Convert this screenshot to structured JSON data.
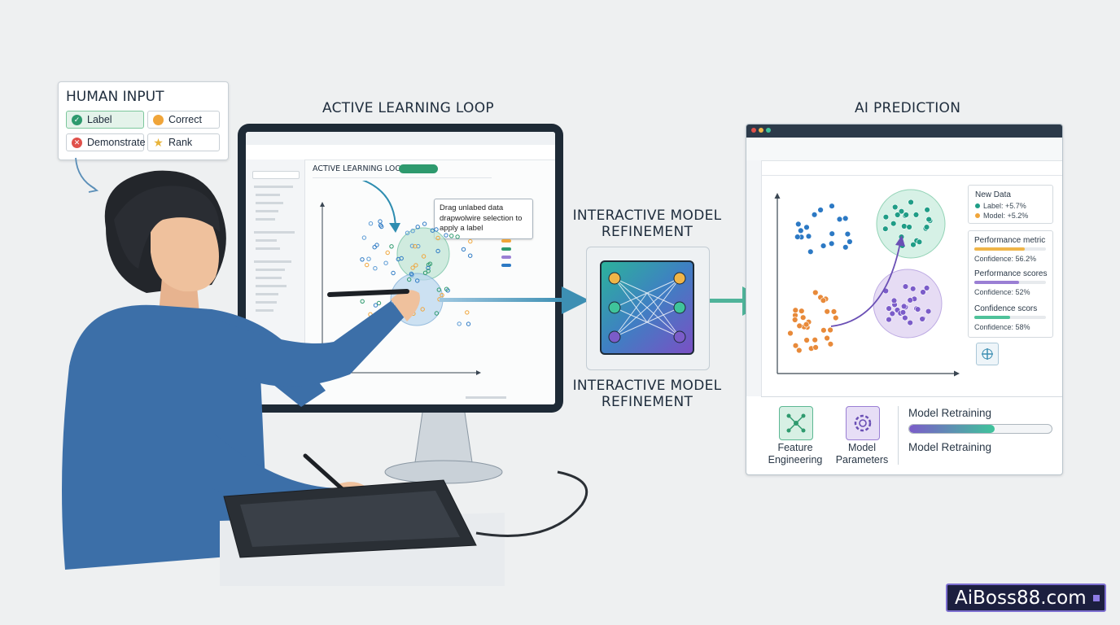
{
  "human_input": {
    "title": "HUMAN INPUT",
    "options": [
      {
        "label": "Label",
        "icon": "check-icon",
        "color": "#2e9a6e",
        "selected": true
      },
      {
        "label": "Correct",
        "icon": "circle-icon",
        "color": "#f0a53a",
        "selected": false
      },
      {
        "label": "Demonstrate",
        "icon": "cross-icon",
        "color": "#e0514b",
        "selected": false
      },
      {
        "label": "Rank",
        "icon": "star-icon",
        "color": "#e8b43a",
        "selected": false
      }
    ]
  },
  "active_loop": {
    "title": "ACTIVE LEARNING LOOP",
    "screen_heading": "ACTIVE LEARNING LOOP",
    "tooltip": "Drag unlabed data drapwolwire selection to apply a label"
  },
  "refinement": {
    "title_top": "INTERACTIVE MODEL REFINEMENT",
    "title_bottom": "INTERACTIVE MODEL REFINEMENT"
  },
  "ai_prediction": {
    "title": "AI PREDICTION",
    "new_data": {
      "title": "New Data",
      "rows": [
        {
          "label": "Label: +5.7%",
          "color": "#1f9d86"
        },
        {
          "label": "Model: +5.2%",
          "color": "#f0a53a"
        }
      ]
    },
    "metrics": [
      {
        "title": "Performance metric",
        "confidence": "Confidence: 56.2%",
        "color": "#f0b548"
      },
      {
        "title": "Performance scores",
        "confidence": "Confidence: 52%",
        "color": "#9a7fd4"
      },
      {
        "title": "Confidence scors",
        "confidence": "Confidence: 58%",
        "color": "#4fc29a"
      }
    ],
    "feature_label": "Feature Engineering",
    "params_label": "Model Parameters",
    "retrain_label_top": "Model Retraining",
    "retrain_label_bottom": "Model Retraining",
    "retrain_progress": 0.6
  },
  "watermark": "AiBoss88.com",
  "colors": {
    "teal": "#1f9d86",
    "purple": "#7b5cc9",
    "orange": "#e88a3a",
    "blue": "#2c79c4",
    "arrow": "#3d8fb3"
  }
}
